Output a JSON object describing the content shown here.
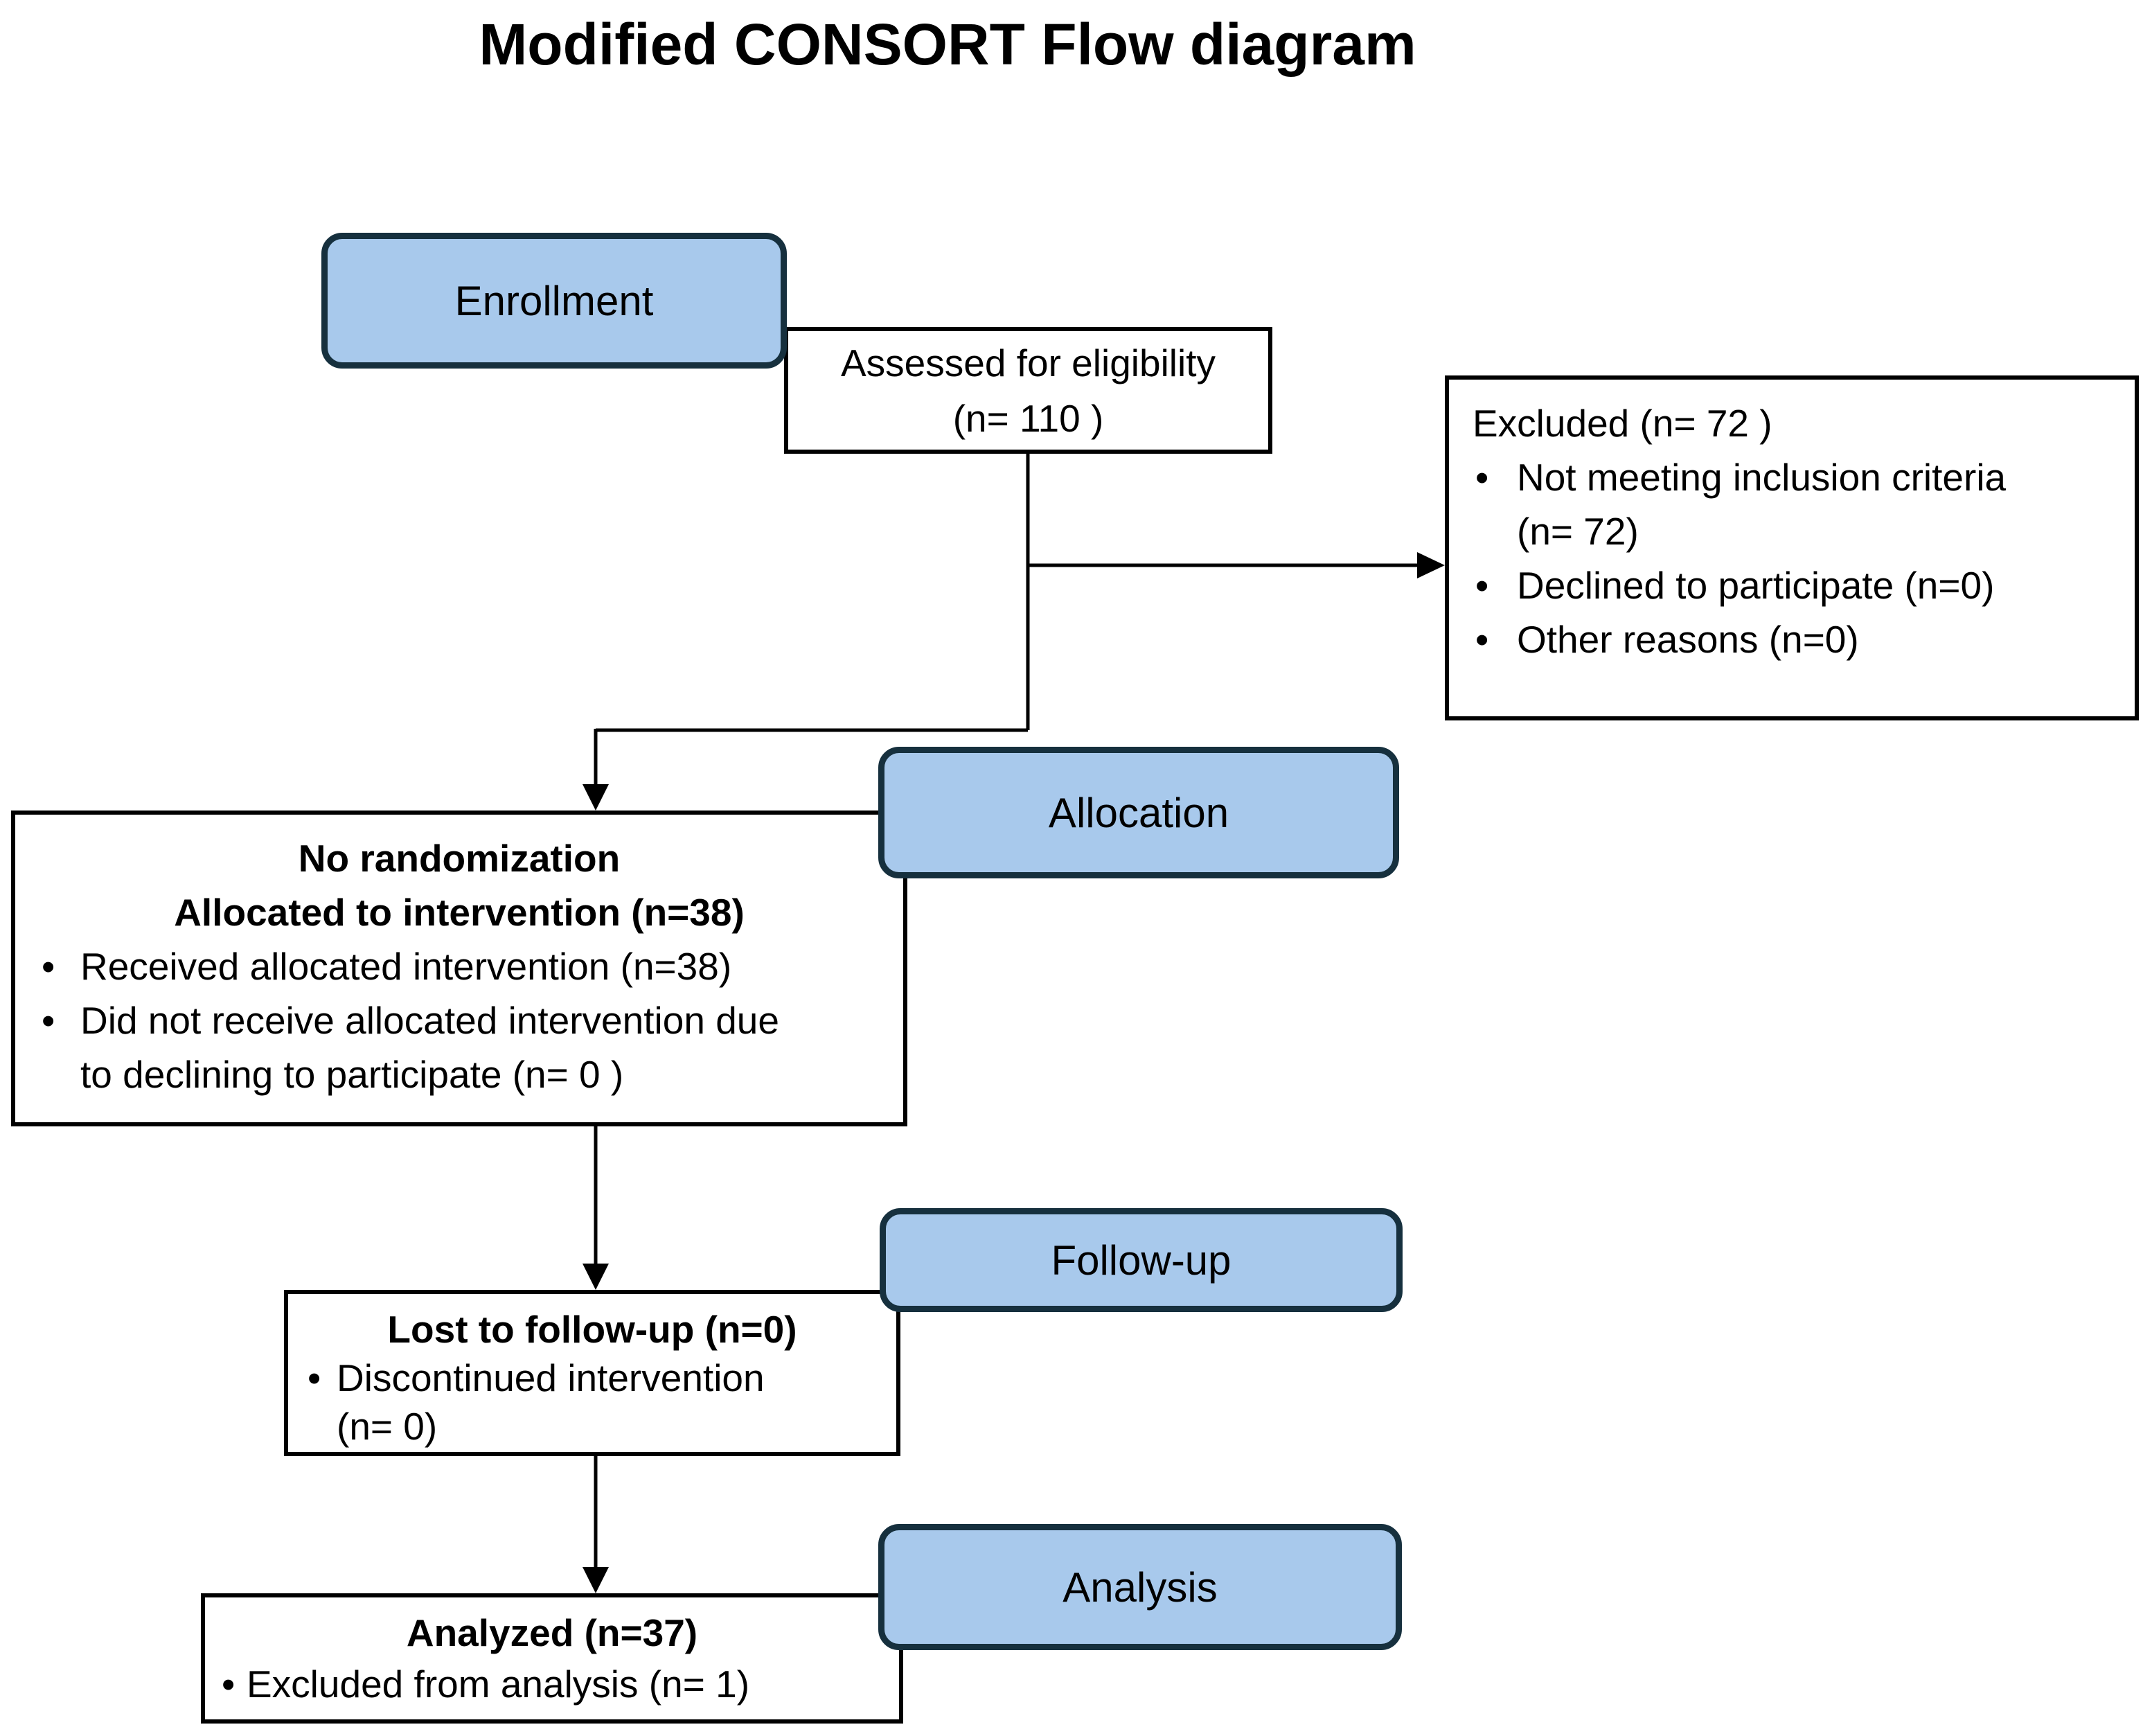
{
  "title": "Modified CONSORT Flow diagram",
  "bullet_char": "•",
  "colors": {
    "background": "#FFFFFF",
    "stage_fill": "#A8C9EC",
    "stage_border": "#16303E",
    "box_border": "#000000",
    "connector": "#000000",
    "text": "#000000"
  },
  "stages": {
    "enrollment": "Enrollment",
    "allocation": "Allocation",
    "followup": "Follow-up",
    "analysis": "Analysis"
  },
  "boxes": {
    "assessed": {
      "lines": [
        "Assessed for eligibility",
        "(n= 110 )"
      ]
    },
    "excluded": {
      "title": "Excluded (n= 72 )",
      "bullets": [
        {
          "lines": [
            "Not meeting inclusion criteria",
            "(n= 72)"
          ]
        },
        {
          "lines": [
            "Declined to participate (n=0)"
          ]
        },
        {
          "lines": [
            "Other reasons (n=0)"
          ]
        }
      ]
    },
    "no_randomization": {
      "headings": [
        "No randomization",
        "Allocated to intervention (n=38)"
      ],
      "bullets": [
        {
          "lines": [
            "Received allocated intervention (n=38)"
          ]
        },
        {
          "lines": [
            "Did not receive allocated intervention due",
            "to declining to participate (n= 0 )"
          ]
        }
      ]
    },
    "lost_followup": {
      "heading": "Lost to follow-up (n=0)",
      "bullets": [
        {
          "lines": [
            "Discontinued intervention",
            "(n= 0)"
          ]
        }
      ]
    },
    "analyzed": {
      "heading": "Analyzed (n=37)",
      "bullets": [
        {
          "lines": [
            "Excluded from analysis (n= 1)"
          ]
        }
      ]
    }
  }
}
